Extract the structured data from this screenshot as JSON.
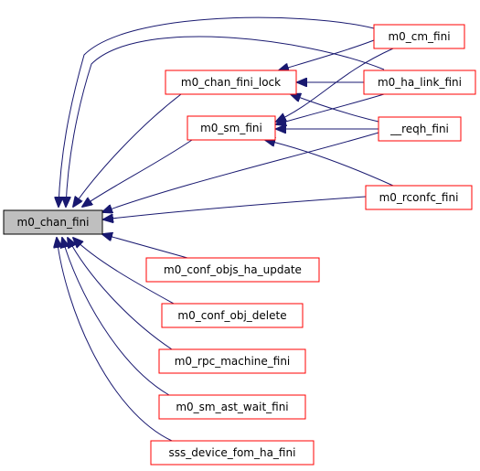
{
  "colors": {
    "edge": "#191970",
    "focus_fill": "#bfbfbf",
    "focus_stroke": "#000000",
    "node_fill": "#ffffff",
    "node_stroke": "#ff0000"
  },
  "nodes": [
    {
      "id": "m0_chan_fini",
      "label": "m0_chan_fini",
      "focus": true
    },
    {
      "id": "m0_cm_fini",
      "label": "m0_cm_fini"
    },
    {
      "id": "m0_chan_fini_lock",
      "label": "m0_chan_fini_lock"
    },
    {
      "id": "m0_ha_link_fini",
      "label": "m0_ha_link_fini"
    },
    {
      "id": "m0_sm_fini",
      "label": "m0_sm_fini"
    },
    {
      "id": "__reqh_fini",
      "label": "__reqh_fini"
    },
    {
      "id": "m0_rconfc_fini",
      "label": "m0_rconfc_fini"
    },
    {
      "id": "m0_conf_objs_ha_update",
      "label": "m0_conf_objs_ha_update"
    },
    {
      "id": "m0_conf_obj_delete",
      "label": "m0_conf_obj_delete"
    },
    {
      "id": "m0_rpc_machine_fini",
      "label": "m0_rpc_machine_fini"
    },
    {
      "id": "m0_sm_ast_wait_fini",
      "label": "m0_sm_ast_wait_fini"
    },
    {
      "id": "sss_device_fom_ha_fini",
      "label": "sss_device_fom_ha_fini"
    }
  ],
  "edges": [
    {
      "from": "m0_cm_fini",
      "to": "m0_chan_fini"
    },
    {
      "from": "m0_ha_link_fini",
      "to": "m0_chan_fini"
    },
    {
      "from": "m0_chan_fini_lock",
      "to": "m0_chan_fini"
    },
    {
      "from": "m0_sm_fini",
      "to": "m0_chan_fini"
    },
    {
      "from": "__reqh_fini",
      "to": "m0_chan_fini"
    },
    {
      "from": "m0_rconfc_fini",
      "to": "m0_chan_fini"
    },
    {
      "from": "m0_conf_objs_ha_update",
      "to": "m0_chan_fini"
    },
    {
      "from": "m0_conf_obj_delete",
      "to": "m0_chan_fini"
    },
    {
      "from": "m0_rpc_machine_fini",
      "to": "m0_chan_fini"
    },
    {
      "from": "m0_sm_ast_wait_fini",
      "to": "m0_chan_fini"
    },
    {
      "from": "sss_device_fom_ha_fini",
      "to": "m0_chan_fini"
    },
    {
      "from": "m0_cm_fini",
      "to": "m0_chan_fini_lock"
    },
    {
      "from": "m0_ha_link_fini",
      "to": "m0_chan_fini_lock"
    },
    {
      "from": "__reqh_fini",
      "to": "m0_chan_fini_lock"
    },
    {
      "from": "m0_cm_fini",
      "to": "m0_sm_fini"
    },
    {
      "from": "m0_ha_link_fini",
      "to": "m0_sm_fini"
    },
    {
      "from": "__reqh_fini",
      "to": "m0_sm_fini"
    },
    {
      "from": "m0_rconfc_fini",
      "to": "m0_sm_fini"
    }
  ]
}
